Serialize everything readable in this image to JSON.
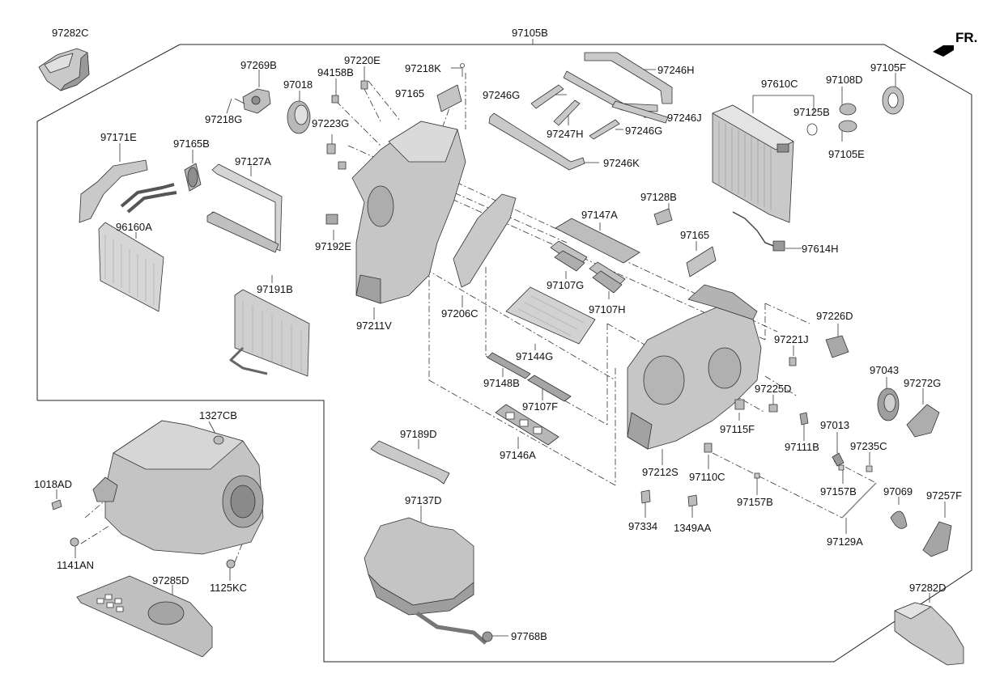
{
  "direction_label": "FR.",
  "labels": {
    "l97282C_top": "97282C",
    "l97105B": "97105B",
    "l97269B": "97269B",
    "l97218G": "97218G",
    "l97018": "97018",
    "l94158B": "94158B",
    "l97220E": "97220E",
    "l97218K": "97218K",
    "l97165_top": "97165",
    "l97246H": "97246H",
    "l97246G_a": "97246G",
    "l97246J": "97246J",
    "l97247H": "97247H",
    "l97246G_b": "97246G",
    "l97246K": "97246K",
    "l97610C": "97610C",
    "l97108D": "97108D",
    "l97105F": "97105F",
    "l97125B": "97125B",
    "l97105E": "97105E",
    "l97171E": "97171E",
    "l97165B": "97165B",
    "l97127A": "97127A",
    "l97223G": "97223G",
    "l96160A": "96160A",
    "l97192E": "97192E",
    "l97191B": "97191B",
    "l97211V": "97211V",
    "l97206C": "97206C",
    "l97128B": "97128B",
    "l97147A": "97147A",
    "l97165_mid": "97165",
    "l97614H": "97614H",
    "l97107G": "97107G",
    "l97107H": "97107H",
    "l97144G": "97144G",
    "l97148B": "97148B",
    "l97107F": "97107F",
    "l97226D": "97226D",
    "l97221J": "97221J",
    "l97043": "97043",
    "l97272G": "97272G",
    "l97225D": "97225D",
    "l97115F": "97115F",
    "l97013": "97013",
    "l97111B": "97111B",
    "l97235C": "97235C",
    "l1327CB": "1327CB",
    "l1018AD": "1018AD",
    "l1141AN": "1141AN",
    "l1125KC": "1125KC",
    "l97285D": "97285D",
    "l97189D": "97189D",
    "l97146A": "97146A",
    "l97212S": "97212S",
    "l97110C": "97110C",
    "l97157B_a": "97157B",
    "l97069": "97069",
    "l97257F": "97257F",
    "l97157B_b": "97157B",
    "l97137D": "97137D",
    "l97334": "97334",
    "l1349AA": "1349AA",
    "l97129A": "97129A",
    "l97282D": "97282D",
    "l97768B": "97768B"
  },
  "colors": {
    "line": "#222222",
    "part_fill": "#c9c9c9",
    "part_dark": "#8e8e8e",
    "part_light": "#e4e4e4"
  }
}
